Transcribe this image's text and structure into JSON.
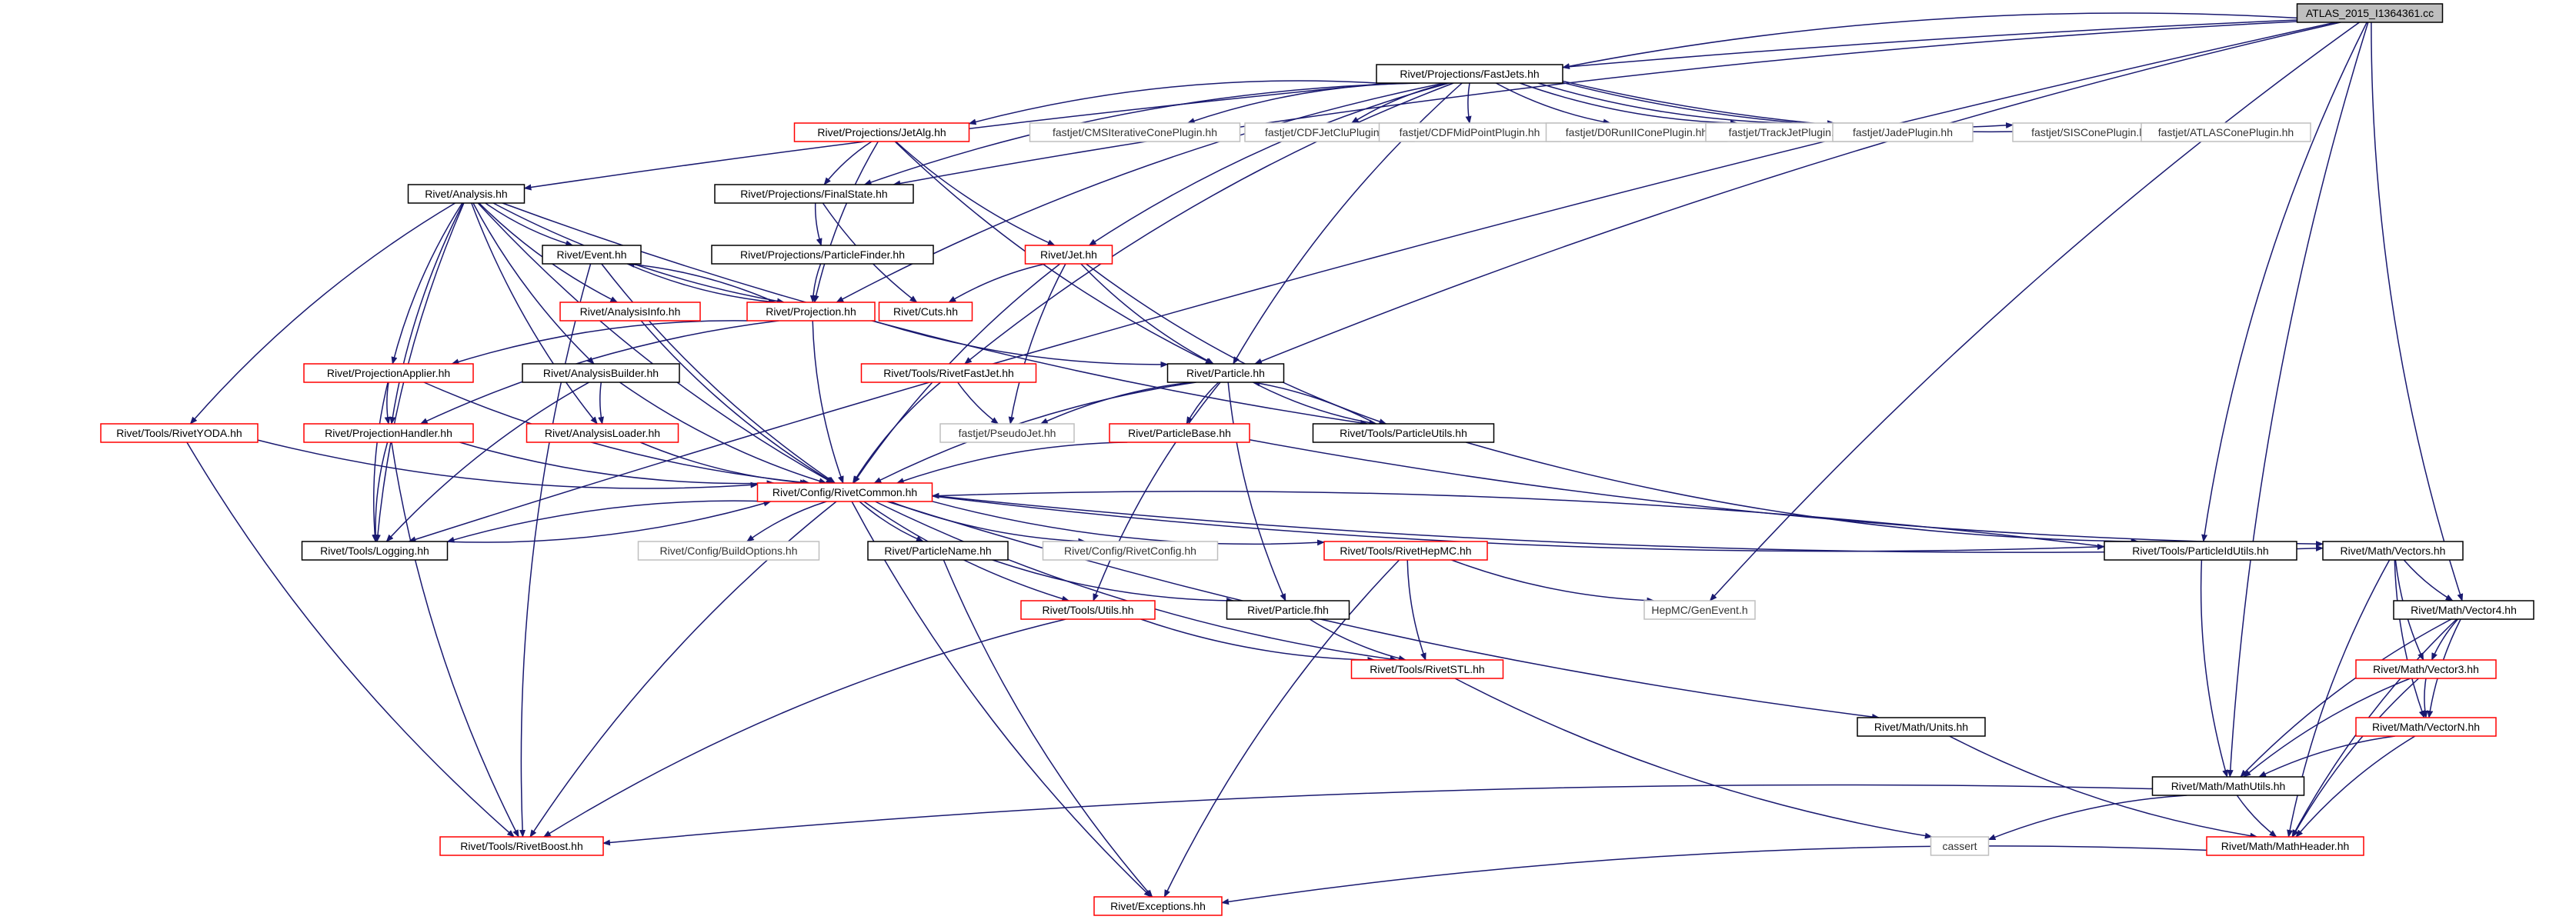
{
  "colors": {
    "edge": "#191970",
    "node_border_black": "#000000",
    "node_border_red": "#ff0000",
    "node_border_gray": "#bfbfbf",
    "root_fill": "#bfbfbf",
    "text_dark": "#000000",
    "text_gray": "#333333"
  },
  "graph": {
    "nodes": [
      {
        "id": "root",
        "label": "ATLAS_2015_I1364361.cc",
        "style": "root"
      },
      {
        "id": "fastjets",
        "label": "Rivet/Projections/FastJets.hh",
        "style": "black"
      },
      {
        "id": "jetalg",
        "label": "Rivet/Projections/JetAlg.hh",
        "style": "red"
      },
      {
        "id": "cmsit",
        "label": "fastjet/CMSIterativeConePlugin.hh",
        "style": "gray"
      },
      {
        "id": "cdfjc",
        "label": "fastjet/CDFJetCluPlugin.hh",
        "style": "gray"
      },
      {
        "id": "cdfmp",
        "label": "fastjet/CDFMidPointPlugin.hh",
        "style": "gray"
      },
      {
        "id": "d0run",
        "label": "fastjet/D0RunIIConePlugin.hh",
        "style": "gray"
      },
      {
        "id": "trackjet",
        "label": "fastjet/TrackJetPlugin.hh",
        "style": "gray"
      },
      {
        "id": "jade",
        "label": "fastjet/JadePlugin.hh",
        "style": "gray"
      },
      {
        "id": "siscone",
        "label": "fastjet/SISConePlugin.hh",
        "style": "gray"
      },
      {
        "id": "atlascone",
        "label": "fastjet/ATLASConePlugin.hh",
        "style": "gray"
      },
      {
        "id": "analysis",
        "label": "Rivet/Analysis.hh",
        "style": "black"
      },
      {
        "id": "finalstate",
        "label": "Rivet/Projections/FinalState.hh",
        "style": "black"
      },
      {
        "id": "event",
        "label": "Rivet/Event.hh",
        "style": "black"
      },
      {
        "id": "particlefinder",
        "label": "Rivet/Projections/ParticleFinder.hh",
        "style": "black"
      },
      {
        "id": "jet",
        "label": "Rivet/Jet.hh",
        "style": "red"
      },
      {
        "id": "analysisinfo",
        "label": "Rivet/AnalysisInfo.hh",
        "style": "red"
      },
      {
        "id": "projection",
        "label": "Rivet/Projection.hh",
        "style": "red"
      },
      {
        "id": "cuts",
        "label": "Rivet/Cuts.hh",
        "style": "red"
      },
      {
        "id": "projapplier",
        "label": "Rivet/ProjectionApplier.hh",
        "style": "red"
      },
      {
        "id": "analysisbuilder",
        "label": "Rivet/AnalysisBuilder.hh",
        "style": "black"
      },
      {
        "id": "rivetfastjet",
        "label": "Rivet/Tools/RivetFastJet.hh",
        "style": "red"
      },
      {
        "id": "particle",
        "label": "Rivet/Particle.hh",
        "style": "black"
      },
      {
        "id": "rivetyoda",
        "label": "Rivet/Tools/RivetYODA.hh",
        "style": "red"
      },
      {
        "id": "projhandler",
        "label": "Rivet/ProjectionHandler.hh",
        "style": "red"
      },
      {
        "id": "analysisloader",
        "label": "Rivet/AnalysisLoader.hh",
        "style": "red"
      },
      {
        "id": "pseudojet",
        "label": "fastjet/PseudoJet.hh",
        "style": "gray"
      },
      {
        "id": "particlebase",
        "label": "Rivet/ParticleBase.hh",
        "style": "red"
      },
      {
        "id": "particleutils",
        "label": "Rivet/Tools/ParticleUtils.hh",
        "style": "black"
      },
      {
        "id": "rivetcommon",
        "label": "Rivet/Config/RivetCommon.hh",
        "style": "red"
      },
      {
        "id": "logging",
        "label": "Rivet/Tools/Logging.hh",
        "style": "black"
      },
      {
        "id": "buildoptions",
        "label": "Rivet/Config/BuildOptions.hh",
        "style": "gray"
      },
      {
        "id": "particlename",
        "label": "Rivet/ParticleName.hh",
        "style": "black"
      },
      {
        "id": "rivetconfig",
        "label": "Rivet/Config/RivetConfig.hh",
        "style": "gray"
      },
      {
        "id": "rivethepmc",
        "label": "Rivet/Tools/RivetHepMC.hh",
        "style": "red"
      },
      {
        "id": "particleidutils",
        "label": "Rivet/Tools/ParticleIdUtils.hh",
        "style": "black"
      },
      {
        "id": "vectors",
        "label": "Rivet/Math/Vectors.hh",
        "style": "black"
      },
      {
        "id": "utils",
        "label": "Rivet/Tools/Utils.hh",
        "style": "red"
      },
      {
        "id": "particlefhh",
        "label": "Rivet/Particle.fhh",
        "style": "black"
      },
      {
        "id": "genevent",
        "label": "HepMC/GenEvent.h",
        "style": "gray"
      },
      {
        "id": "vector4",
        "label": "Rivet/Math/Vector4.hh",
        "style": "black"
      },
      {
        "id": "rivetstl",
        "label": "Rivet/Tools/RivetSTL.hh",
        "style": "red"
      },
      {
        "id": "vector3",
        "label": "Rivet/Math/Vector3.hh",
        "style": "red"
      },
      {
        "id": "units",
        "label": "Rivet/Math/Units.hh",
        "style": "black"
      },
      {
        "id": "vectorn",
        "label": "Rivet/Math/VectorN.hh",
        "style": "red"
      },
      {
        "id": "mathutils",
        "label": "Rivet/Math/MathUtils.hh",
        "style": "black"
      },
      {
        "id": "rivetboost",
        "label": "Rivet/Tools/RivetBoost.hh",
        "style": "red"
      },
      {
        "id": "cassert",
        "label": "cassert",
        "style": "gray"
      },
      {
        "id": "mathheader",
        "label": "Rivet/Math/MathHeader.hh",
        "style": "red"
      },
      {
        "id": "exceptions",
        "label": "Rivet/Exceptions.hh",
        "style": "red"
      }
    ],
    "edges": [
      [
        "root",
        "fastjets"
      ],
      [
        "root",
        "analysis"
      ],
      [
        "root",
        "logging"
      ],
      [
        "root",
        "particle"
      ],
      [
        "root",
        "genevent"
      ],
      [
        "root",
        "mathutils"
      ],
      [
        "root",
        "vector4"
      ],
      [
        "root",
        "particleidutils"
      ],
      [
        "root",
        "finalstate"
      ],
      [
        "fastjets",
        "jetalg"
      ],
      [
        "fastjets",
        "cmsit"
      ],
      [
        "fastjets",
        "cdfjc"
      ],
      [
        "fastjets",
        "cdfmp"
      ],
      [
        "fastjets",
        "d0run"
      ],
      [
        "fastjets",
        "trackjet"
      ],
      [
        "fastjets",
        "jade"
      ],
      [
        "fastjets",
        "siscone"
      ],
      [
        "fastjets",
        "atlascone"
      ],
      [
        "fastjets",
        "finalstate"
      ],
      [
        "fastjets",
        "jet"
      ],
      [
        "fastjets",
        "particle"
      ],
      [
        "fastjets",
        "rivetfastjet"
      ],
      [
        "fastjets",
        "projection"
      ],
      [
        "jetalg",
        "finalstate"
      ],
      [
        "jetalg",
        "jet"
      ],
      [
        "jetalg",
        "particle"
      ],
      [
        "jetalg",
        "projection"
      ],
      [
        "finalstate",
        "particlefinder"
      ],
      [
        "finalstate",
        "cuts"
      ],
      [
        "particlefinder",
        "projection"
      ],
      [
        "jet",
        "cuts"
      ],
      [
        "jet",
        "particle"
      ],
      [
        "jet",
        "pseudojet"
      ],
      [
        "jet",
        "rivetcommon"
      ],
      [
        "jet",
        "particleutils"
      ],
      [
        "analysis",
        "event"
      ],
      [
        "analysis",
        "analysisinfo"
      ],
      [
        "analysis",
        "projection"
      ],
      [
        "analysis",
        "projapplier"
      ],
      [
        "analysis",
        "analysisbuilder"
      ],
      [
        "analysis",
        "analysisloader"
      ],
      [
        "analysis",
        "rivetyoda"
      ],
      [
        "analysis",
        "projhandler"
      ],
      [
        "analysis",
        "rivetcommon"
      ],
      [
        "analysis",
        "logging"
      ],
      [
        "analysis",
        "particleutils"
      ],
      [
        "event",
        "projection"
      ],
      [
        "event",
        "rivetcommon"
      ],
      [
        "event",
        "rivetboost"
      ],
      [
        "analysisinfo",
        "rivetcommon"
      ],
      [
        "projection",
        "event"
      ],
      [
        "projection",
        "particle"
      ],
      [
        "projection",
        "projapplier"
      ],
      [
        "projection",
        "projhandler"
      ],
      [
        "projection",
        "rivetcommon"
      ],
      [
        "projapplier",
        "projhandler"
      ],
      [
        "projapplier",
        "logging"
      ],
      [
        "projapplier",
        "rivetcommon"
      ],
      [
        "analysisbuilder",
        "analysisloader"
      ],
      [
        "analysisbuilder",
        "logging"
      ],
      [
        "analysisbuilder",
        "rivetcommon"
      ],
      [
        "rivetfastjet",
        "pseudojet"
      ],
      [
        "rivetfastjet",
        "rivetcommon"
      ],
      [
        "rivetyoda",
        "rivetcommon"
      ],
      [
        "rivetyoda",
        "rivetboost"
      ],
      [
        "projhandler",
        "rivetcommon"
      ],
      [
        "projhandler",
        "logging"
      ],
      [
        "projhandler",
        "rivetboost"
      ],
      [
        "analysisloader",
        "rivetcommon"
      ],
      [
        "particle",
        "particlebase"
      ],
      [
        "particle",
        "particleutils"
      ],
      [
        "particle",
        "pseudojet"
      ],
      [
        "particle",
        "rivetcommon"
      ],
      [
        "particle",
        "particlefhh"
      ],
      [
        "particle",
        "utils"
      ],
      [
        "particlebase",
        "rivetcommon"
      ],
      [
        "particlebase",
        "vectors"
      ],
      [
        "particleutils",
        "particle"
      ],
      [
        "particleutils",
        "particleidutils"
      ],
      [
        "rivetcommon",
        "logging"
      ],
      [
        "rivetcommon",
        "buildoptions"
      ],
      [
        "rivetcommon",
        "particlename"
      ],
      [
        "rivetcommon",
        "rivetconfig"
      ],
      [
        "rivetcommon",
        "rivethepmc"
      ],
      [
        "rivetcommon",
        "utils"
      ],
      [
        "rivetcommon",
        "particleidutils"
      ],
      [
        "rivetcommon",
        "vectors"
      ],
      [
        "rivetcommon",
        "units"
      ],
      [
        "rivetcommon",
        "rivetstl"
      ],
      [
        "rivetcommon",
        "rivetboost"
      ],
      [
        "rivetcommon",
        "exceptions"
      ],
      [
        "logging",
        "rivetcommon"
      ],
      [
        "particlename",
        "particlefhh"
      ],
      [
        "particlename",
        "exceptions"
      ],
      [
        "rivethepmc",
        "genevent"
      ],
      [
        "rivethepmc",
        "rivetstl"
      ],
      [
        "rivethepmc",
        "exceptions"
      ],
      [
        "utils",
        "rivetstl"
      ],
      [
        "utils",
        "rivetboost"
      ],
      [
        "particlefhh",
        "rivetstl"
      ],
      [
        "particleidutils",
        "rivetcommon"
      ],
      [
        "particleidutils",
        "mathutils"
      ],
      [
        "vectors",
        "vector4"
      ],
      [
        "vectors",
        "vector3"
      ],
      [
        "vectors",
        "vectorn"
      ],
      [
        "vectors",
        "mathheader"
      ],
      [
        "vector4",
        "vector3"
      ],
      [
        "vector4",
        "vectorn"
      ],
      [
        "vector4",
        "mathutils"
      ],
      [
        "vector4",
        "mathheader"
      ],
      [
        "vector3",
        "vectorn"
      ],
      [
        "vector3",
        "mathutils"
      ],
      [
        "vector3",
        "mathheader"
      ],
      [
        "vectorn",
        "mathutils"
      ],
      [
        "vectorn",
        "mathheader"
      ],
      [
        "rivetstl",
        "cassert"
      ],
      [
        "units",
        "mathheader"
      ],
      [
        "mathutils",
        "rivetboost"
      ],
      [
        "mathutils",
        "cassert"
      ],
      [
        "mathutils",
        "mathheader"
      ],
      [
        "mathheader",
        "exceptions"
      ]
    ]
  }
}
